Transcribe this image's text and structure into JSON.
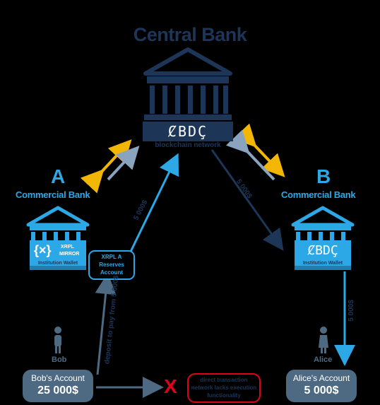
{
  "title": "Central Bank",
  "cbdc_label": "ȻBDÇ",
  "network_label": "blockchain network",
  "bank_a": {
    "letter": "A",
    "name": "Commercial Bank",
    "xrpl_line1": "XRPL",
    "xrpl_line2": "MIRROR",
    "wallet_label": "Institution Wallet",
    "escrow_box": "XRPL A Reserves Account"
  },
  "bank_b": {
    "letter": "B",
    "name": "Commercial Bank",
    "cbdc_label": "ȻBDÇ",
    "wallet_label": "Institution Wallet"
  },
  "flows": {
    "a_to_central": "5 000$",
    "central_to_b": "5 000$",
    "b_to_alice": "5 000$",
    "bob_to_a": "deposit to pay from 5 000$"
  },
  "bob": {
    "name": "Bob",
    "account_label": "Bob's Account",
    "amount": "25 000$"
  },
  "alice": {
    "name": "Alice",
    "account_label": "Alice's Account",
    "amount": "5 000$"
  },
  "blocked": {
    "mark": "X",
    "note": "direct transaction network lacks execution functionality"
  },
  "colors": {
    "navy": "#1d3557",
    "blue": "#2da8e6",
    "slate": "#4e6a82",
    "gold": "#f2b705",
    "red": "#e0001b"
  }
}
